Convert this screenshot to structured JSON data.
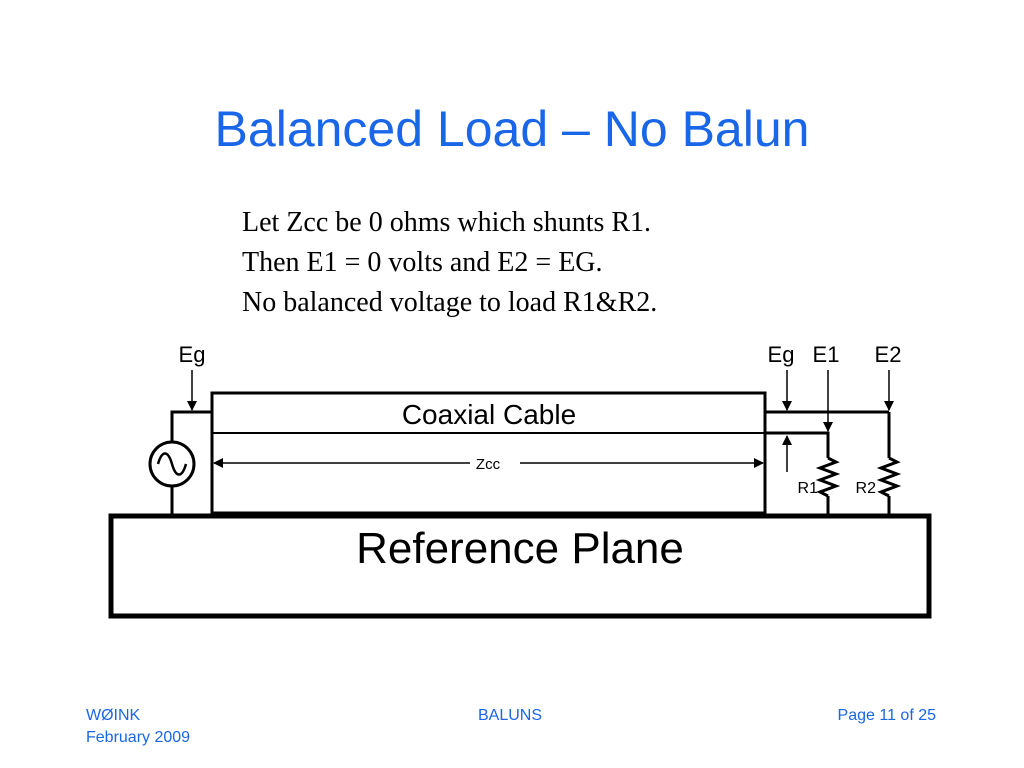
{
  "slide": {
    "title": "Balanced Load – No Balun",
    "body_lines": [
      "Let Zcc be 0 ohms which shunts R1.",
      "Then E1 = 0 volts and E2 = EG.",
      "No balanced voltage to load R1&R2."
    ]
  },
  "diagram": {
    "source_label": "Eg",
    "load_eg_label": "Eg",
    "e1_label": "E1",
    "e2_label": "E2",
    "cable_label": "Coaxial Cable",
    "zcc_label": "Zcc",
    "r1_label": "R1",
    "r2_label": "R2",
    "plane_label": "Reference Plane",
    "source_symbol": "∿"
  },
  "footer": {
    "left_line1": "WØINK",
    "left_line2": "February 2009",
    "center": "BALUNS",
    "right": "Page 11 of 25"
  },
  "colors": {
    "title": "#1a66e8",
    "footer": "#1a66e8",
    "lines": "#000000"
  }
}
